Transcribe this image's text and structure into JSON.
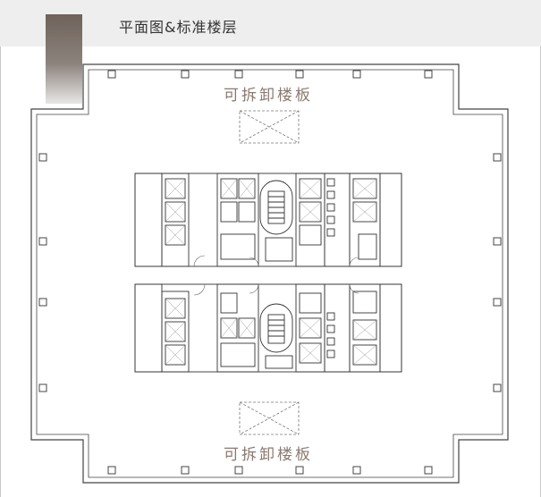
{
  "header": {
    "title": "平面图&标准楼层"
  },
  "plan": {
    "removable_slab_top_label": "可拆卸楼板",
    "removable_slab_bottom_label": "可拆卸楼板"
  },
  "colors": {
    "accent": "#7a6e66",
    "label": "#8a7a70",
    "line": "#444444"
  }
}
